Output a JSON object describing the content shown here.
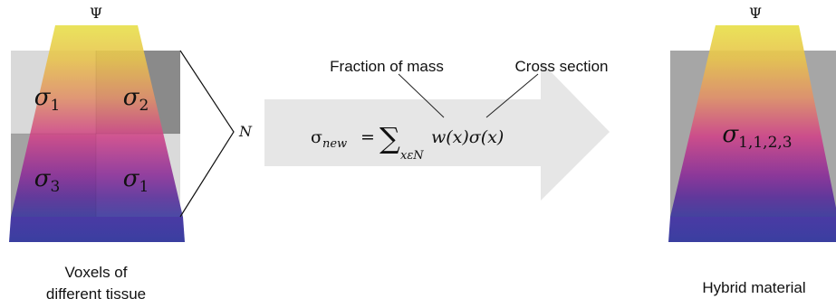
{
  "left_panel": {
    "psi_label": "Ψ",
    "voxels": [
      {
        "sym": "σ",
        "sub": "1"
      },
      {
        "sym": "σ",
        "sub": "2"
      },
      {
        "sym": "σ",
        "sub": "3"
      },
      {
        "sym": "σ",
        "sub": "1"
      }
    ],
    "n_label": "N",
    "caption_line1": "Voxels of",
    "caption_line2": "different tissue"
  },
  "formula": {
    "lhs_sym": "σ",
    "lhs_sub": "new",
    "equals": "=",
    "sum_symbol": "∑",
    "sum_index": "xεN",
    "term": "w(x)σ(x)",
    "annotation_mass": "Fraction of mass",
    "annotation_cross": "Cross section"
  },
  "right_panel": {
    "psi_label": "Ψ",
    "material_sym": "σ",
    "material_sub": "1,1,2,3",
    "caption": "Hybrid material"
  },
  "colors": {
    "beam_top": "#e8e04a",
    "beam_mid1": "#e09a60",
    "beam_mid2": "#cc3e86",
    "beam_mid3": "#6a2c90",
    "beam_bottom": "#3b3a9e",
    "voxel_light": "#d8d8d8",
    "voxel_dark": "#8c8c8c",
    "arrow": "#e6e6e6"
  }
}
